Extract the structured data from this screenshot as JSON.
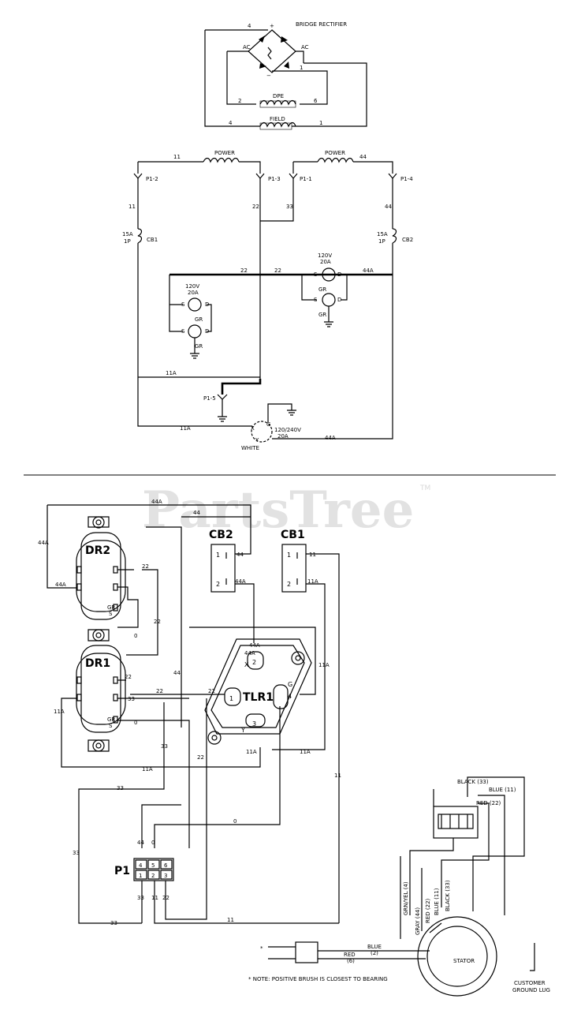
{
  "watermark": {
    "text": "PartsTree",
    "tm": "TM"
  },
  "top": {
    "bridge_rectifier": "BRIDGE RECTIFIER",
    "ac_left": "AC",
    "ac_right": "AC",
    "plus": "+",
    "minus": "−",
    "dpe": "DPE",
    "field": "FIELD",
    "n4a": "4",
    "n4b": "4",
    "n2": "2",
    "n6": "6",
    "n1a": "1",
    "n1b": "1"
  },
  "schematic": {
    "power_left": "POWER",
    "power_right": "POWER",
    "p1_2": "P1-2",
    "p1_3": "P1-3",
    "p1_1": "P1-1",
    "p1_4": "P1-4",
    "p1_5": "P1-5",
    "cb1_rating": "15A",
    "cb1_poles": "1P",
    "cb1": "CB1",
    "cb2_rating": "15A",
    "cb2_poles": "1P",
    "cb2": "CB2",
    "outlet_left_v": "120V",
    "outlet_left_a": "20A",
    "outlet_right_v": "120V",
    "outlet_right_a": "20A",
    "twistlock_v": "120/240V",
    "twistlock_a": "20A",
    "white": "WHITE",
    "w11a": "11",
    "w11b": "11",
    "w22a": "22",
    "w22b": "22",
    "w22c": "22",
    "w33": "33",
    "w44a": "44",
    "w44b": "44",
    "w44c": "44A",
    "w11c": "11A",
    "w11d": "11A",
    "w44d": "44A",
    "s1": "S",
    "d1": "D",
    "gr1": "GR",
    "s2": "S",
    "d2": "D",
    "gr2": "GR",
    "s3": "S",
    "d3": "D",
    "gr3": "GR",
    "s4": "S",
    "d4": "D",
    "gr4": "GR",
    "x": "X",
    "y": "Y",
    "g": "G"
  },
  "wiring": {
    "dr2": "DR2",
    "dr1": "DR1",
    "cb2": "CB2",
    "cb1": "CB1",
    "tlr1": "TLR1",
    "p1": "P1",
    "pins": [
      "4",
      "5",
      "6",
      "1",
      "2",
      "3"
    ],
    "tlr_x": "X",
    "tlr_y": "Y",
    "tlr_g": "G",
    "tlr_2": "2",
    "tlr_1": "1",
    "tlr_3": "3",
    "tlr_4": "4",
    "cb_1a": "1",
    "cb_2a": "2",
    "cb_1b": "1",
    "cb_2b": "2",
    "l44a_top": "44A",
    "l44a_left": "44A",
    "l44a_left2": "44A",
    "l44_top": "44",
    "l44_cb2": "44",
    "l44a_cb2": "44A",
    "l11_cb1": "11",
    "l11a_cb1": "11A",
    "l22_a": "22",
    "l22_b": "22",
    "l22_c": "22",
    "l22_d": "22",
    "l22_e": "22",
    "l22_f": "22",
    "l33_a": "33",
    "l33_b": "33",
    "l33_c": "33",
    "l33_d": "33",
    "l11a_a": "11A",
    "l11a_b": "11A",
    "l11a_c": "11A",
    "l11a_d": "11A",
    "l11a_e": "11A",
    "l11_a": "11",
    "l11_b": "11",
    "l44_left": "44",
    "l44_p1": "44",
    "l44a_tlr": "44A",
    "l44a_tlr2": "44A",
    "l0_a": "0",
    "l0_b": "0",
    "l0_c": "0",
    "l0_d": "0",
    "p1_33": "33",
    "p1_11": "11",
    "p1_22": "22",
    "p1_33b": "33",
    "gr_a": "GR",
    "s_a": "S",
    "gr_b": "GR",
    "s_b": "S",
    "black33": "BLACK (33)",
    "blue11": "BLUE (11)",
    "red22": "RED (22)",
    "grnyel": "GRN/YEL (4)",
    "gray44": "GRAY (44)",
    "red22b": "RED (22)",
    "blue11b": "BLUE (11)",
    "black33b": "BLACK (33)",
    "blue2": "BLUE",
    "blue2n": "(2)",
    "red6": "RED",
    "red6n": "(6)",
    "stator": "STATOR",
    "customer": "CUSTOMER",
    "ground_lug": "GROUND LUG",
    "note": "* NOTE: POSITIVE BRUSH IS CLOSEST TO BEARING",
    "star": "*"
  },
  "colors": {
    "line": "#000000",
    "watermark": "#e2e2e2"
  }
}
